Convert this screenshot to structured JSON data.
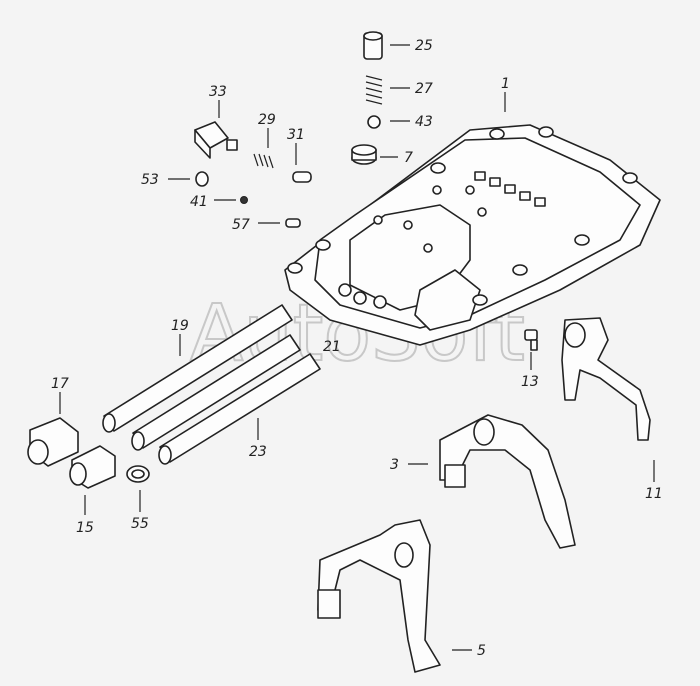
{
  "watermark": "AutoSoft",
  "labels": {
    "l1": "1",
    "l3": "3",
    "l5": "5",
    "l7": "7",
    "l11": "11",
    "l13": "13",
    "l15": "15",
    "l17": "17",
    "l19": "19",
    "l21": "21",
    "l23": "23",
    "l25": "25",
    "l27": "27",
    "l29": "29",
    "l31": "31",
    "l33": "33",
    "l41": "41",
    "l43": "43",
    "l53": "53",
    "l55": "55",
    "l57": "57"
  },
  "colors": {
    "line": "#222222",
    "background": "#f4f4f4",
    "watermark": "#c8c8c8"
  }
}
